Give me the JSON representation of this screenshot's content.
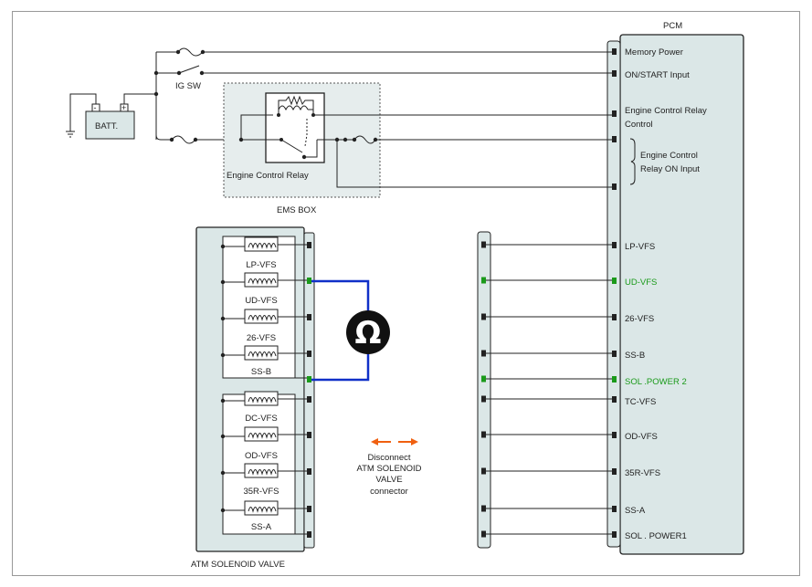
{
  "pcm": {
    "title": "PCM",
    "pins": {
      "memory_power": "Memory Power",
      "on_start_input": "ON/START Input",
      "ecr_control_1": "Engine Control Relay",
      "ecr_control_2": "Control",
      "ecr_on_1": "Engine Control",
      "ecr_on_2": "Relay ON Input",
      "lp_vfs": "LP-VFS",
      "ud_vfs": "UD-VFS",
      "vfs_26": "26-VFS",
      "ss_b": "SS-B",
      "sol_power2": "SOL .POWER 2",
      "tc_vfs": "TC-VFS",
      "od_vfs": "OD-VFS",
      "r35_vfs": "35R-VFS",
      "ss_a": "SS-A",
      "sol_power1": "SOL . POWER1"
    }
  },
  "power": {
    "battery": "BATT.",
    "ig_sw": "IG SW",
    "battery_minus": "-",
    "battery_plus": "+"
  },
  "ems_box": {
    "label": "EMS BOX",
    "relay_label": "Engine Control Relay"
  },
  "solenoid_valve": {
    "label": "ATM SOLENOID VALVE",
    "solenoids": [
      "LP-VFS",
      "UD-VFS",
      "26-VFS",
      "SS-B",
      "DC-VFS",
      "OD-VFS",
      "35R-VFS",
      "SS-A"
    ]
  },
  "meter": {
    "symbol": "Ω"
  },
  "note": {
    "lines": [
      "Disconnect",
      "ATM SOLENOID",
      "VALVE",
      "connector"
    ]
  },
  "colors": {
    "highlight_text": "#1a9a1a",
    "probe_wire": "#1030c8",
    "arrow": "#f06010",
    "panel_fill": "#dbe7e7",
    "ems_fill": "#e6eded"
  }
}
